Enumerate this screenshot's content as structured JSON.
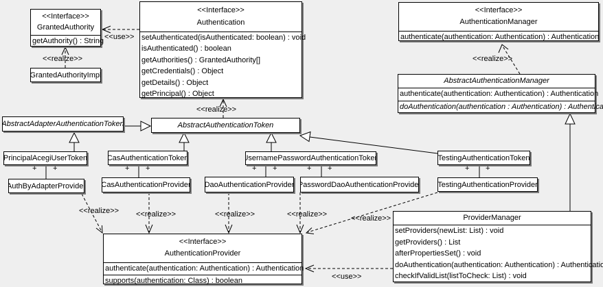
{
  "labels": {
    "interface_stereotype": "<<Interface>>",
    "use": "<<use>>",
    "realize": "<<realize>>",
    "plus": "+"
  },
  "colors": {
    "background": "#efefef",
    "box_fill": "#ffffff",
    "line": "#000000",
    "shadow": "#7b7b7b"
  },
  "classes": {
    "granted_authority": {
      "kind": "interface",
      "name": "GrantedAuthority",
      "methods": [
        "getAuthority() : String"
      ]
    },
    "granted_authority_impl": {
      "kind": "class",
      "name": "GrantedAuthorityImpl"
    },
    "authentication": {
      "kind": "interface",
      "name": "Authentication",
      "methods": [
        "setAuthenticated(isAuthenticated: boolean) : void",
        "isAuthenticated() : boolean",
        "getAuthorities() : GrantedAuthority[]",
        "getCredentials() : Object",
        "getDetails() : Object",
        "getPrincipal() : Object"
      ]
    },
    "authentication_manager": {
      "kind": "interface",
      "name": "AuthenticationManager",
      "methods": [
        "authenticate(authentication: Authentication) : Authentication"
      ]
    },
    "abstract_authentication_manager": {
      "kind": "abstract-class",
      "name": "AbstractAuthenticationManager",
      "methods": [
        "authenticate(authentication: Authentication) : Authentication",
        "doAuthentication(authentication : Authentication) : Authentication"
      ]
    },
    "abstract_adapter_authentication_token": {
      "kind": "abstract-class",
      "name": "AbstractAdapterAuthenticationToken"
    },
    "abstract_authentication_token": {
      "kind": "abstract-class",
      "name": "AbstractAuthenticationToken"
    },
    "principal_acegi_user_token": {
      "kind": "class",
      "name": "PrincipalAcegiUserToken"
    },
    "cas_authentication_token": {
      "kind": "class",
      "name": "CasAuthenticationToken"
    },
    "username_password_authentication_token": {
      "kind": "class",
      "name": "UsernamePasswordAuthenticationToken"
    },
    "testing_authentication_token": {
      "kind": "class",
      "name": "TestingAuthenticationToken"
    },
    "auth_by_adapter_provider": {
      "kind": "class",
      "name": "AuthByAdapterProvider"
    },
    "cas_authentication_provider": {
      "kind": "class",
      "name": "CasAuthenticationProvider"
    },
    "dao_authentication_provider": {
      "kind": "class",
      "name": "DaoAuthenticationProvider"
    },
    "password_dao_authentication_provider": {
      "kind": "class",
      "name": "PasswordDaoAuthenticationProvider"
    },
    "testing_authentication_provider": {
      "kind": "class",
      "name": "TestingAuthenticationProvider"
    },
    "authentication_provider": {
      "kind": "interface",
      "name": "AuthenticationProvider",
      "methods": [
        "authenticate(authentication: Authentication) : Authentication",
        "supports(authentication: Class) : boolean"
      ]
    },
    "provider_manager": {
      "kind": "class",
      "name": "ProviderManager",
      "methods": [
        "setProviders(newList: List) : void",
        "getProviders() : List",
        "afterPropertiesSet() : void",
        "doAuthentication(authentication: Authentication) : Authentication",
        "checkIfValidList(listToCheck: List) : void"
      ]
    }
  }
}
